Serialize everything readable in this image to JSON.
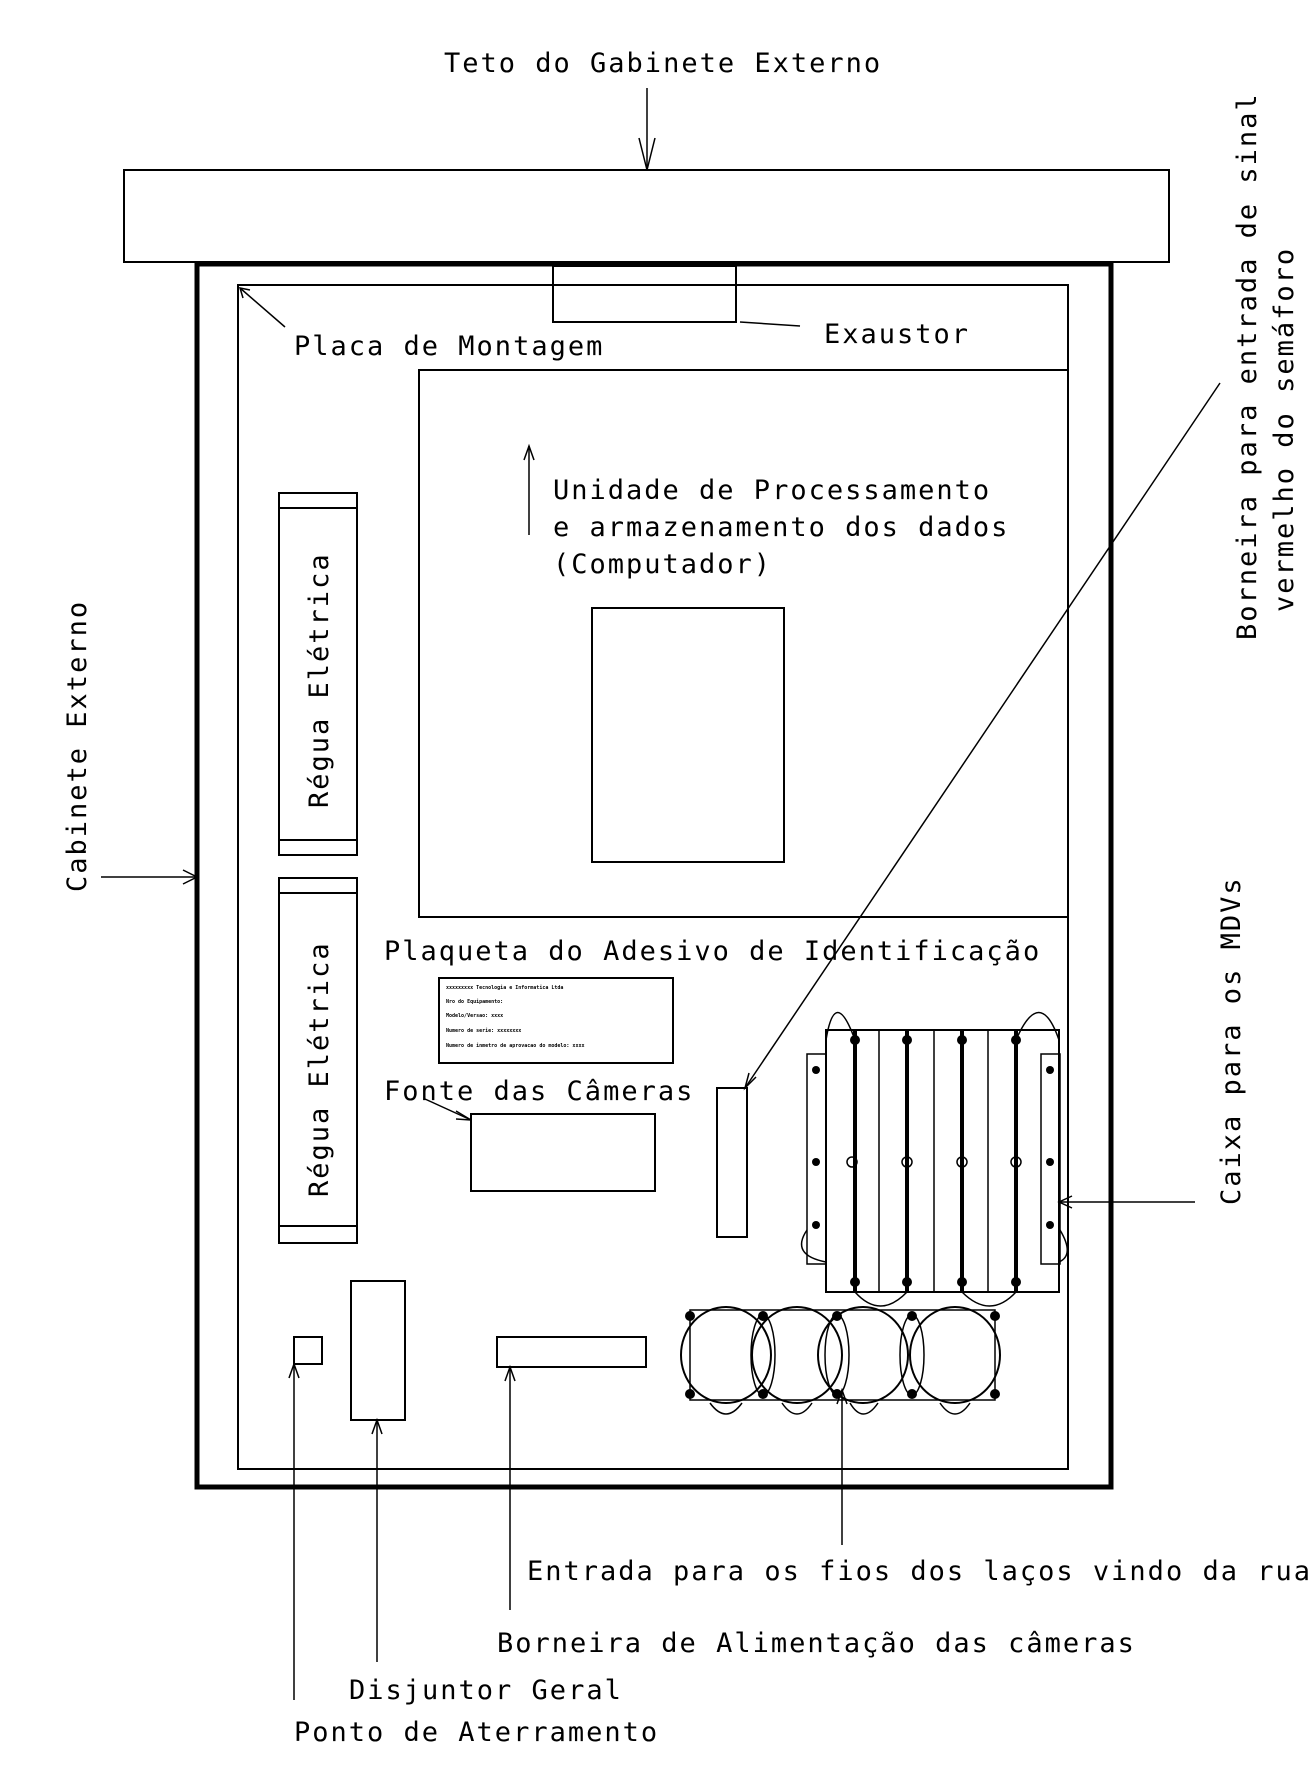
{
  "labels": {
    "roof_top": "Teto do Gabinete Externo",
    "outer_cabinet": "Cabinete Externo",
    "mounting_plate": "Placa de Montagem",
    "exhaust": "Exaustor",
    "cpu_line1": "Unidade de Processamento",
    "cpu_line2": "e armazenamento dos dados",
    "cpu_line3": "(Computador)",
    "power_strip_1": "Régua Elétrica",
    "power_strip_2": "Régua Elétrica",
    "id_plate": "Plaqueta do Adesivo de Identificação",
    "camera_psu": "Fonte das Câmeras",
    "signal_terminal_line1": "Borneira para entrada de sinal",
    "signal_terminal_line2": "vermelho do semáforo",
    "mdv_box": "Caixa para os MDVs",
    "loop_wires_entry": "Entrada para os fios dos laços vindo da rua",
    "camera_power_terminal": "Borneira de Alimentação das câmeras",
    "main_breaker": "Disjuntor Geral",
    "grounding_point": "Ponto de Aterramento"
  },
  "id_sticker_lines": [
    "xxxxxxxxx Tecnologia e Informatica Ltda",
    "Nro do Equipamento:",
    "Modelo/Versao: xxxx",
    "Numero de serie: xxxxxxxx",
    "Numero de inmetro de aprovacao do modelo: xxxx"
  ]
}
